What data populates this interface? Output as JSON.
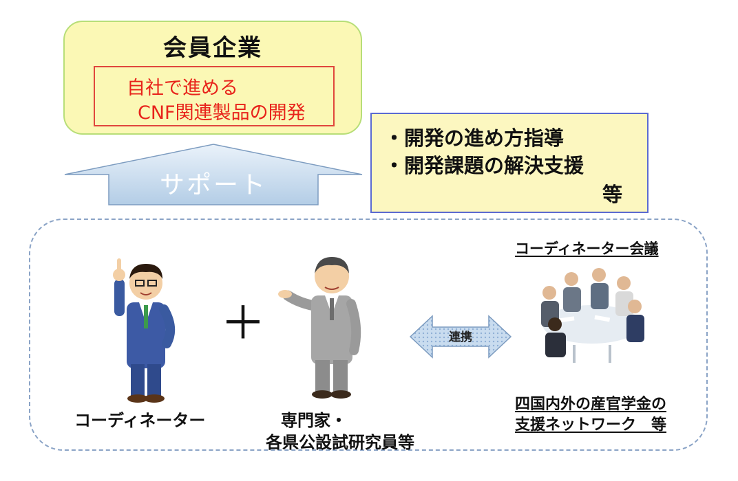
{
  "company": {
    "title": "会員企業",
    "line1": "自社で進める",
    "line2": "CNF関連製品の開発"
  },
  "support": {
    "arrow_label": "サポート",
    "items": [
      "・開発の進め方指導",
      "・開発課題の解決支援",
      "等"
    ]
  },
  "coordinator": {
    "label": "コーディネーター"
  },
  "plus": "＋",
  "experts": {
    "line1": "専門家・",
    "line2": "各県公設試研究員等"
  },
  "link": {
    "label": "連携"
  },
  "meeting": {
    "label": "コーディネーター会議"
  },
  "network": {
    "line1": "四国内外の産官学金の",
    "line2": "支援ネットワーク　等"
  },
  "colors": {
    "company_fill": "#fbf8b5",
    "company_border": "#b7de78",
    "red_text": "#e8231b",
    "support_border": "#5b6ad1",
    "arrow_fill": "#bcd4ea",
    "dashed_border": "#8aa3c6"
  }
}
